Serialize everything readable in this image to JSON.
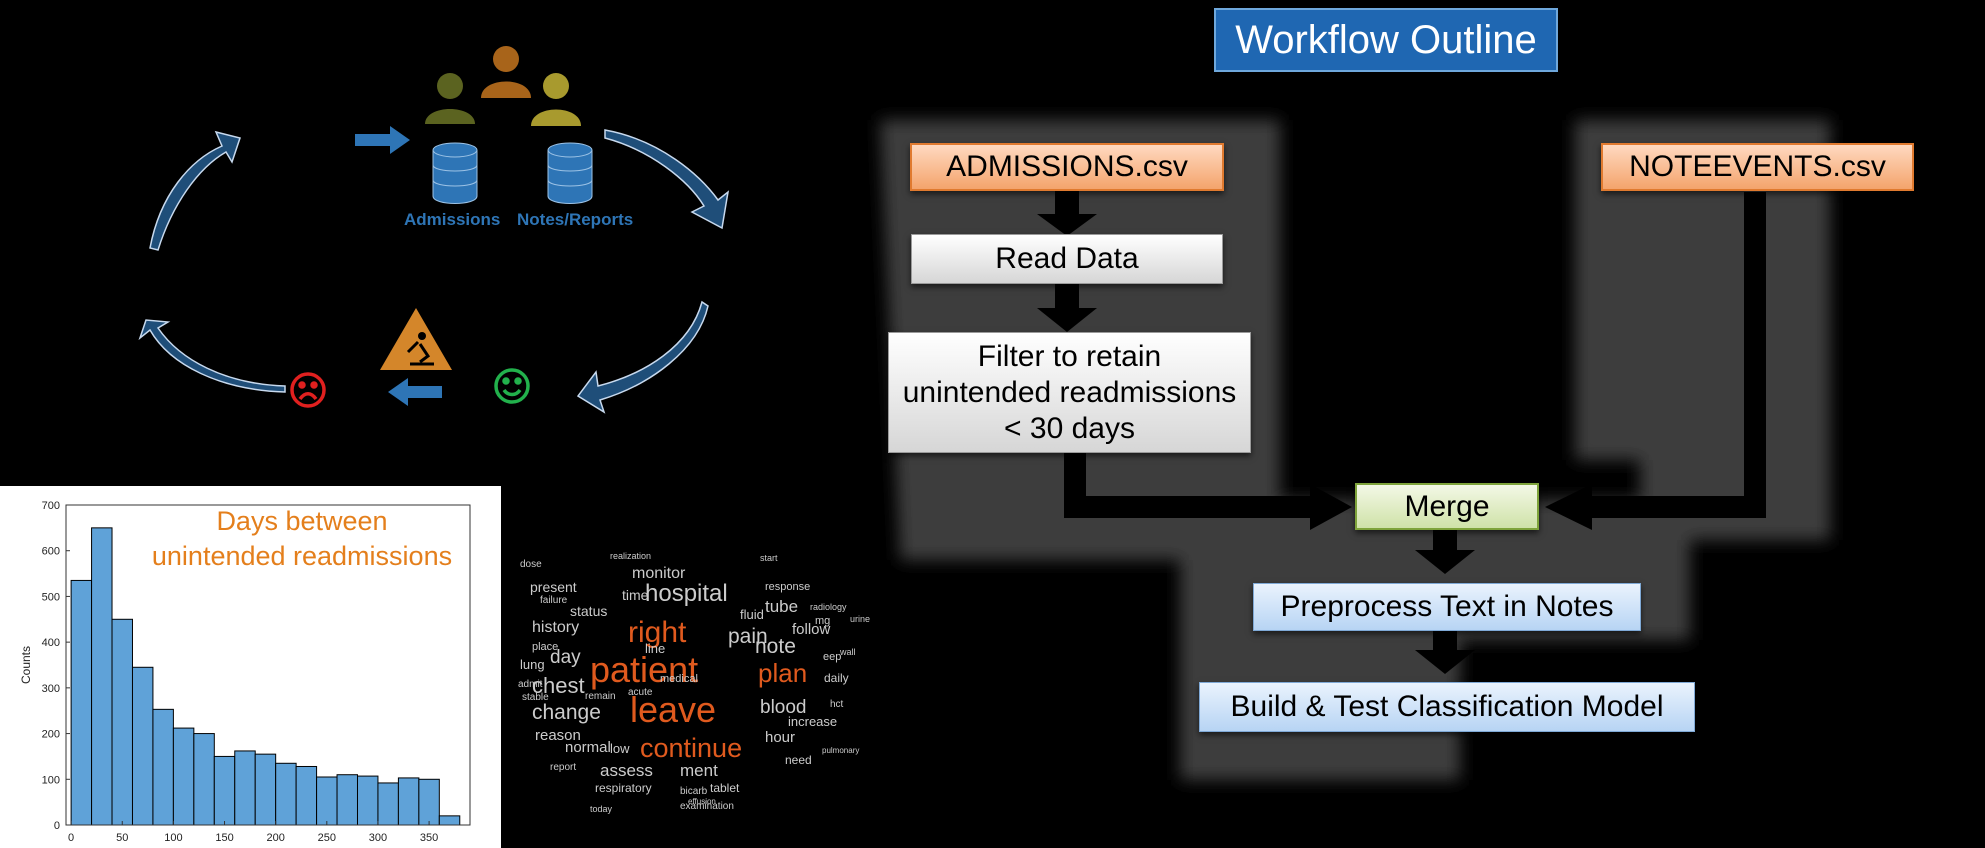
{
  "workflow": {
    "title": "Workflow Outline",
    "admissions": "ADMISSIONS.csv",
    "noteevents": "NOTEEVENTS.csv",
    "read_data": "Read Data",
    "filter_lines": [
      "Filter to retain",
      "unintended readmissions",
      "< 30 days"
    ],
    "merge": "Merge",
    "preprocess": "Preprocess Text in Notes",
    "build": "Build & Test Classification Model"
  },
  "cycle": {
    "admissions_label": "Admissions",
    "notes_label": "Notes/Reports",
    "people_colors": [
      "#5b6320",
      "#a8641a",
      "#a89a2e"
    ],
    "database_color": "#2e75b6",
    "arrow_color": "#1f4e79",
    "warning_color": "#d4862a",
    "happy_color": "#22b14c",
    "sad_color": "#e0201f"
  },
  "chart_data": {
    "type": "bar",
    "title": "Days between unintended readmissions",
    "title_lines": [
      "Days between",
      "unintended readmissions"
    ],
    "xlabel": "",
    "ylabel": "Counts",
    "xlim": [
      -5,
      390
    ],
    "ylim": [
      0,
      700
    ],
    "x_ticks": [
      0,
      50,
      100,
      150,
      200,
      250,
      300,
      350
    ],
    "y_ticks": [
      0,
      100,
      200,
      300,
      400,
      500,
      600,
      700
    ],
    "bin_width": 20,
    "bin_starts": [
      0,
      20,
      40,
      60,
      80,
      100,
      120,
      140,
      160,
      180,
      200,
      220,
      240,
      260,
      280,
      300,
      320,
      340,
      360
    ],
    "values": [
      535,
      650,
      450,
      345,
      253,
      212,
      200,
      150,
      162,
      155,
      135,
      128,
      105,
      110,
      107,
      92,
      103,
      100,
      20
    ],
    "bar_color": "#5fa2d8"
  },
  "word_cloud": {
    "words": [
      {
        "text": "patient",
        "size": 36,
        "color": "#e05a1e"
      },
      {
        "text": "leave",
        "size": 36,
        "color": "#e05a1e"
      },
      {
        "text": "right",
        "size": 30,
        "color": "#e05a1e"
      },
      {
        "text": "continue",
        "size": 27,
        "color": "#e05a1e"
      },
      {
        "text": "plan",
        "size": 26,
        "color": "#e05a1e"
      },
      {
        "text": "hospital",
        "size": 24,
        "color": "#cccccc"
      },
      {
        "text": "chest",
        "size": 22,
        "color": "#cccccc"
      },
      {
        "text": "change",
        "size": 21,
        "color": "#cccccc"
      },
      {
        "text": "pain",
        "size": 21,
        "color": "#cccccc"
      },
      {
        "text": "note",
        "size": 21,
        "color": "#cccccc"
      },
      {
        "text": "blood",
        "size": 19,
        "color": "#cccccc"
      },
      {
        "text": "day",
        "size": 19,
        "color": "#cccccc"
      },
      {
        "text": "tube",
        "size": 17,
        "color": "#cccccc"
      },
      {
        "text": "history",
        "size": 16,
        "color": "#cccccc"
      },
      {
        "text": "monitor",
        "size": 16,
        "color": "#cccccc"
      },
      {
        "text": "assess",
        "size": 17,
        "color": "#cccccc"
      },
      {
        "text": "ment",
        "size": 17,
        "color": "#cccccc"
      },
      {
        "text": "normal",
        "size": 15,
        "color": "#cccccc"
      },
      {
        "text": "reason",
        "size": 15,
        "color": "#cccccc"
      },
      {
        "text": "hour",
        "size": 15,
        "color": "#cccccc"
      },
      {
        "text": "follow",
        "size": 15,
        "color": "#cccccc"
      },
      {
        "text": "present",
        "size": 14,
        "color": "#cccccc"
      },
      {
        "text": "time",
        "size": 14,
        "color": "#cccccc"
      },
      {
        "text": "status",
        "size": 14,
        "color": "#cccccc"
      },
      {
        "text": "fluid",
        "size": 13,
        "color": "#cccccc"
      },
      {
        "text": "line",
        "size": 13,
        "color": "#cccccc"
      },
      {
        "text": "lung",
        "size": 13,
        "color": "#cccccc"
      },
      {
        "text": "increase",
        "size": 13,
        "color": "#cccccc"
      },
      {
        "text": "respiratory",
        "size": 12,
        "color": "#cccccc"
      },
      {
        "text": "tablet",
        "size": 12,
        "color": "#cccccc"
      },
      {
        "text": "need",
        "size": 12,
        "color": "#cccccc"
      },
      {
        "text": "low",
        "size": 13,
        "color": "#cccccc"
      },
      {
        "text": "daily",
        "size": 12,
        "color": "#cccccc"
      },
      {
        "text": "medical",
        "size": 11,
        "color": "#cccccc"
      },
      {
        "text": "response",
        "size": 11,
        "color": "#cccccc"
      },
      {
        "text": "place",
        "size": 11,
        "color": "#cccccc"
      },
      {
        "text": "stable",
        "size": 10,
        "color": "#cccccc"
      },
      {
        "text": "report",
        "size": 10,
        "color": "#cccccc"
      },
      {
        "text": "bicarb",
        "size": 10,
        "color": "#cccccc"
      },
      {
        "text": "examination",
        "size": 10,
        "color": "#cccccc"
      },
      {
        "text": "today",
        "size": 9,
        "color": "#cccccc"
      },
      {
        "text": "radiology",
        "size": 9,
        "color": "#cccccc"
      },
      {
        "text": "failure",
        "size": 10,
        "color": "#cccccc"
      },
      {
        "text": "remain",
        "size": 10,
        "color": "#cccccc"
      },
      {
        "text": "acute",
        "size": 10,
        "color": "#cccccc"
      },
      {
        "text": "start",
        "size": 9,
        "color": "#cccccc"
      },
      {
        "text": "dose",
        "size": 10,
        "color": "#cccccc"
      },
      {
        "text": "realization",
        "size": 9,
        "color": "#cccccc"
      },
      {
        "text": "eep",
        "size": 11,
        "color": "#cccccc"
      },
      {
        "text": "admit",
        "size": 10,
        "color": "#cccccc"
      },
      {
        "text": "mg",
        "size": 11,
        "color": "#cccccc"
      },
      {
        "text": "hct",
        "size": 10,
        "color": "#cccccc"
      },
      {
        "text": "wall",
        "size": 9,
        "color": "#cccccc"
      },
      {
        "text": "urine",
        "size": 9,
        "color": "#cccccc"
      },
      {
        "text": "pulmonary",
        "size": 8,
        "color": "#cccccc"
      },
      {
        "text": "effusion",
        "size": 8,
        "color": "#cccccc"
      }
    ]
  }
}
